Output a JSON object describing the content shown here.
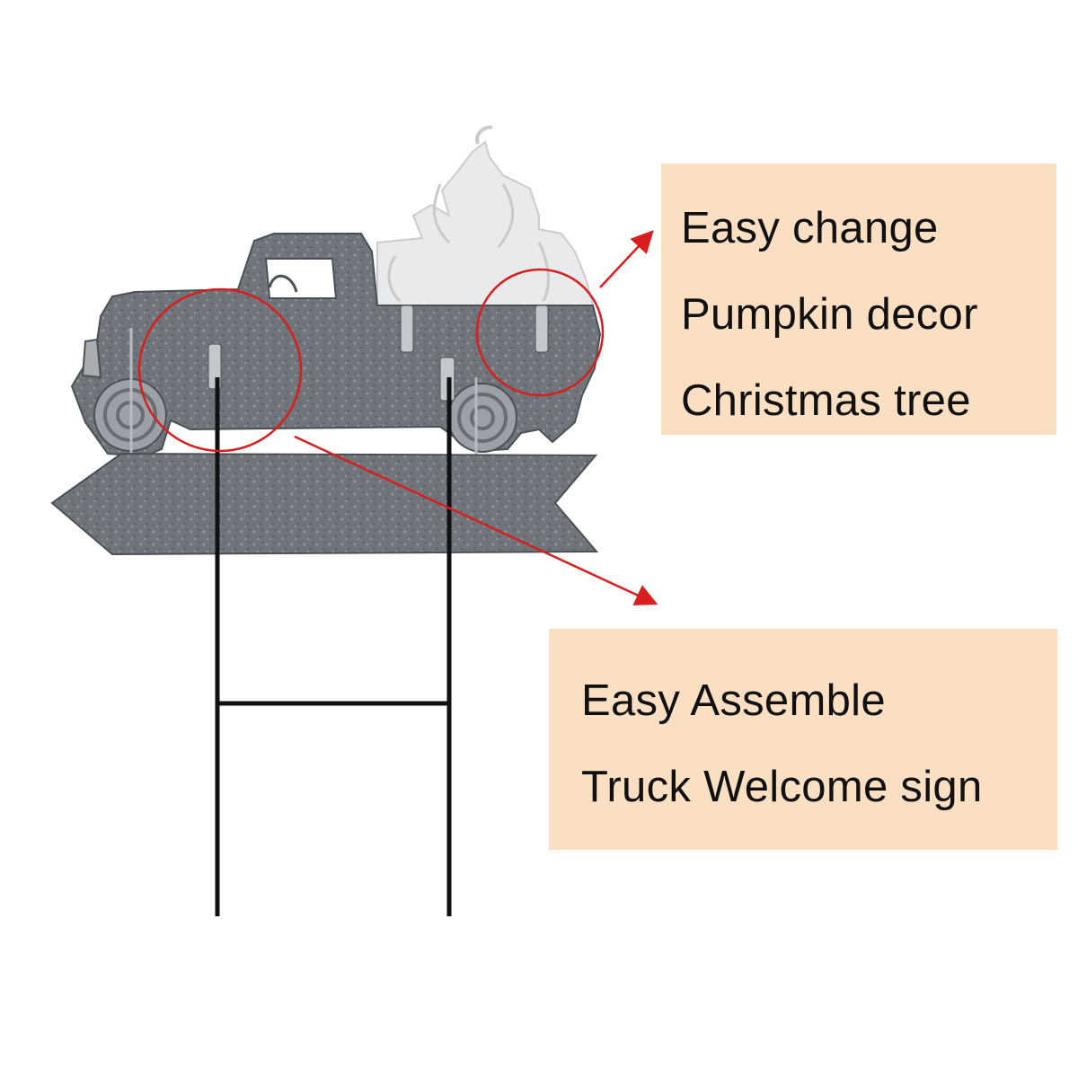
{
  "callouts": {
    "top": {
      "lines": [
        "Easy change",
        "Pumpkin decor",
        "Christmas tree"
      ]
    },
    "bottom": {
      "lines": [
        "Easy Assemble",
        "Truck Welcome sign"
      ]
    }
  },
  "colors": {
    "callout_background": "#fbdfc3",
    "highlight_circle": "#d81e1e",
    "arrow": "#d81e1e",
    "galvanized_metal": "#6f757a",
    "pumpkin_panel": "#e6e8ea",
    "stake": "#111111"
  }
}
